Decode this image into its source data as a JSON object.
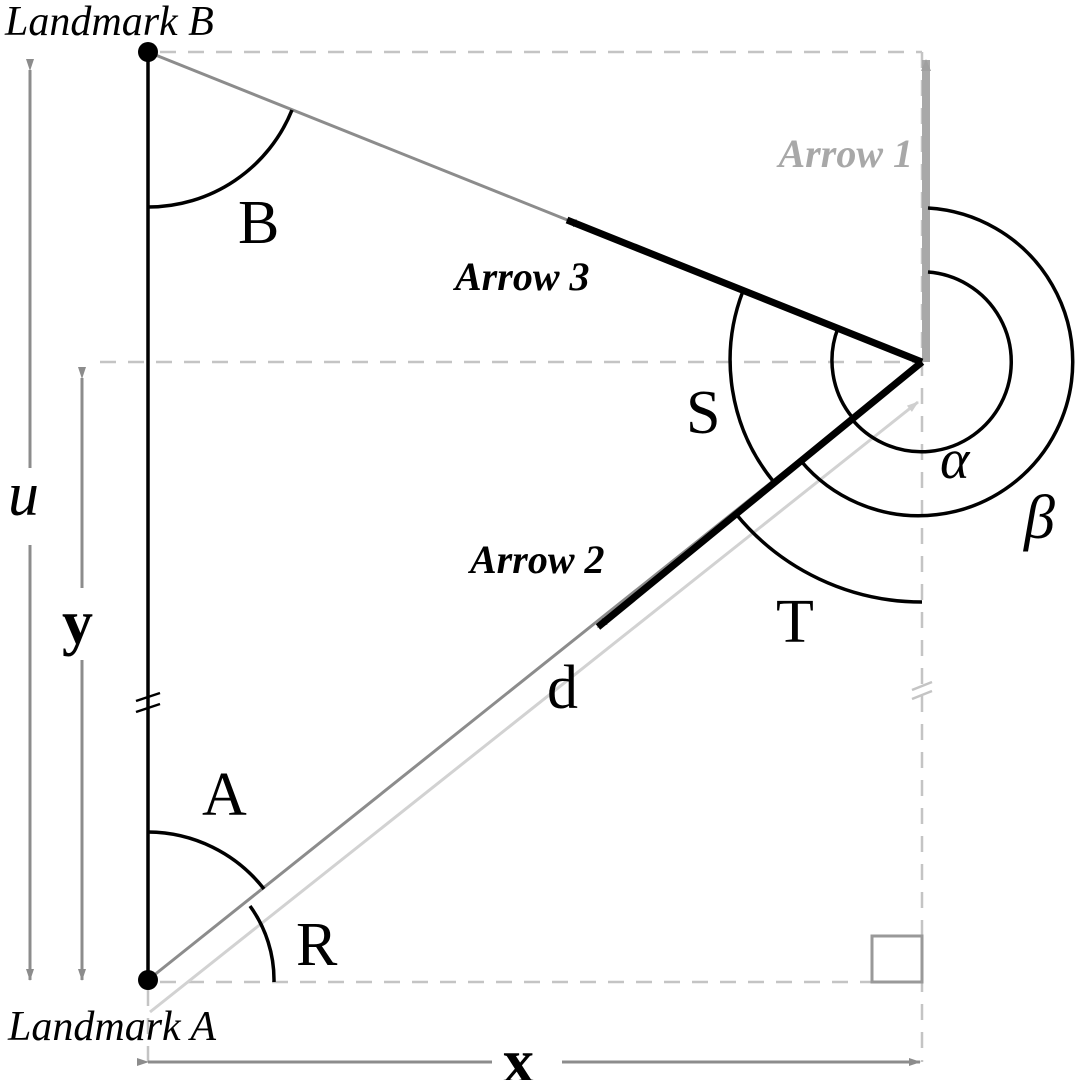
{
  "labels": {
    "landmark_b": "Landmark B",
    "landmark_a": "Landmark A",
    "arrow_1": "Arrow 1",
    "arrow_2": "Arrow 2",
    "arrow_3": "Arrow 3",
    "angle_b": "B",
    "angle_a": "A",
    "angle_r": "R",
    "angle_s": "S",
    "angle_t": "T",
    "angle_alpha": "α",
    "angle_beta": "β",
    "dim_u": "u",
    "dim_y": "y",
    "dim_x": "x",
    "dim_d": "d"
  },
  "colors": {
    "black": "#000000",
    "gray": "#8c8c8c",
    "light_gray": "#b4b4b4",
    "lighter_gray": "#d2d2d2",
    "arrow1_text": "#a8a8a8"
  }
}
